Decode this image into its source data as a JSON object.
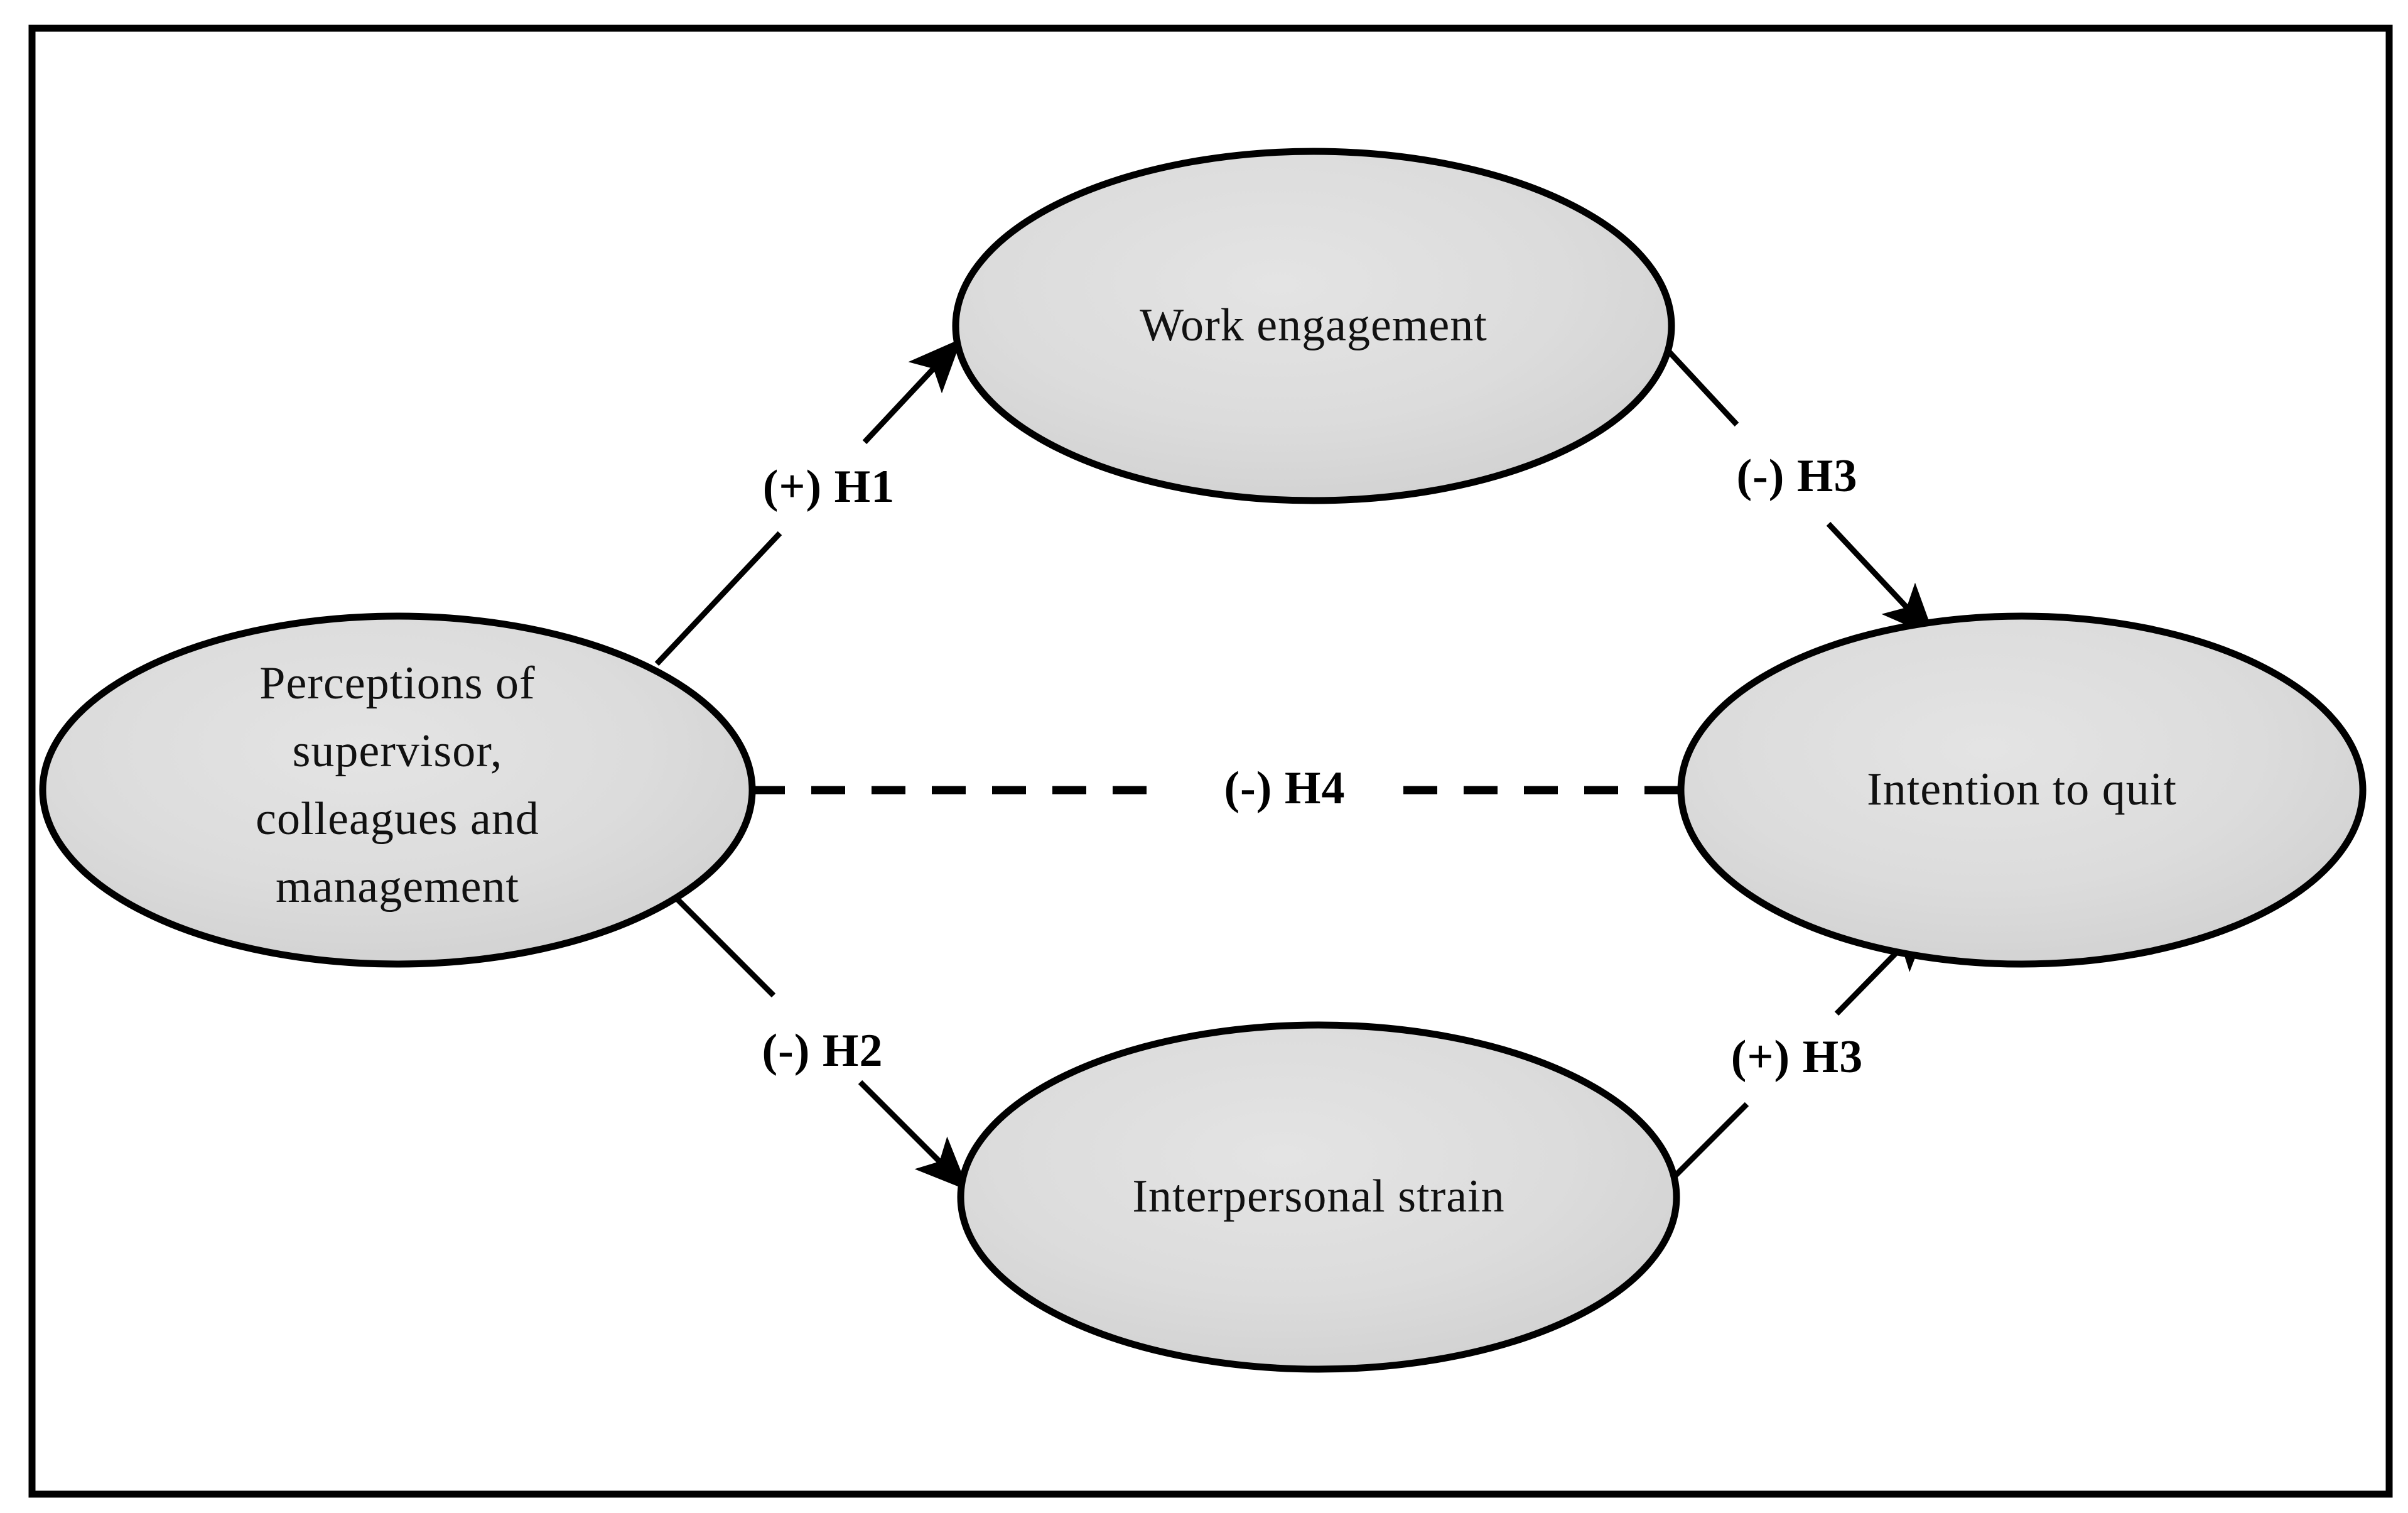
{
  "figure": {
    "kind": "conceptual-research-model-diagram",
    "background_color": "#ffffff",
    "border_color": "#000000",
    "node_fill_color": "#d9d9d9",
    "node_stroke_color": "#000000",
    "edge_color": "#000000"
  },
  "nodes": {
    "predictor": {
      "id": "perceptions",
      "lines": [
        "Perceptions of",
        "supervisor,",
        "colleagues and",
        "management"
      ],
      "text": "Perceptions of supervisor, colleagues and management"
    },
    "mediator_top": {
      "id": "work-engagement",
      "text": "Work engagement"
    },
    "mediator_bottom": {
      "id": "interpersonal-strain",
      "text": "Interpersonal strain"
    },
    "outcome": {
      "id": "intention-to-quit",
      "text": "Intention to quit"
    }
  },
  "edges": [
    {
      "id": "h1",
      "label": "(+) H1",
      "sign": "+",
      "hypothesis": "H1",
      "from": "Perceptions of supervisor, colleagues and management",
      "to": "Work engagement",
      "style": "solid"
    },
    {
      "id": "h3-top",
      "label": "(-) H3",
      "sign": "-",
      "hypothesis": "H3",
      "from": "Work engagement",
      "to": "Intention to quit",
      "style": "solid"
    },
    {
      "id": "h2",
      "label": "(-) H2",
      "sign": "-",
      "hypothesis": "H2",
      "from": "Perceptions of supervisor, colleagues and management",
      "to": "Interpersonal strain",
      "style": "solid"
    },
    {
      "id": "h3-bottom",
      "label": "(+) H3",
      "sign": "+",
      "hypothesis": "H3",
      "from": "Interpersonal strain",
      "to": "Intention to quit",
      "style": "solid"
    },
    {
      "id": "h4",
      "label": "(-) H4",
      "sign": "-",
      "hypothesis": "H4",
      "from": "Perceptions of supervisor, colleagues and management",
      "to": "Intention to quit",
      "style": "dashed"
    }
  ]
}
